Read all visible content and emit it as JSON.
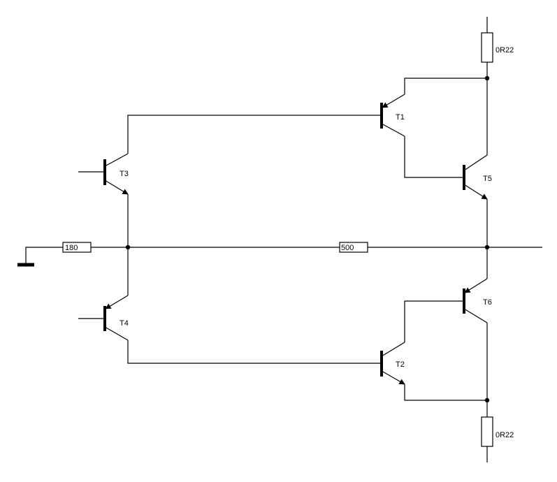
{
  "diagram": {
    "transistors": [
      {
        "id": "t1",
        "label": "T1"
      },
      {
        "id": "t2",
        "label": "T2"
      },
      {
        "id": "t3",
        "label": "T3"
      },
      {
        "id": "t4",
        "label": "T4"
      },
      {
        "id": "t5",
        "label": "T5"
      },
      {
        "id": "t6",
        "label": "T6"
      }
    ],
    "resistors": [
      {
        "id": "r-top",
        "label": "0R22"
      },
      {
        "id": "r-bottom",
        "label": "0R22"
      },
      {
        "id": "r-left",
        "label": "180"
      },
      {
        "id": "r-mid",
        "label": "500"
      }
    ]
  }
}
